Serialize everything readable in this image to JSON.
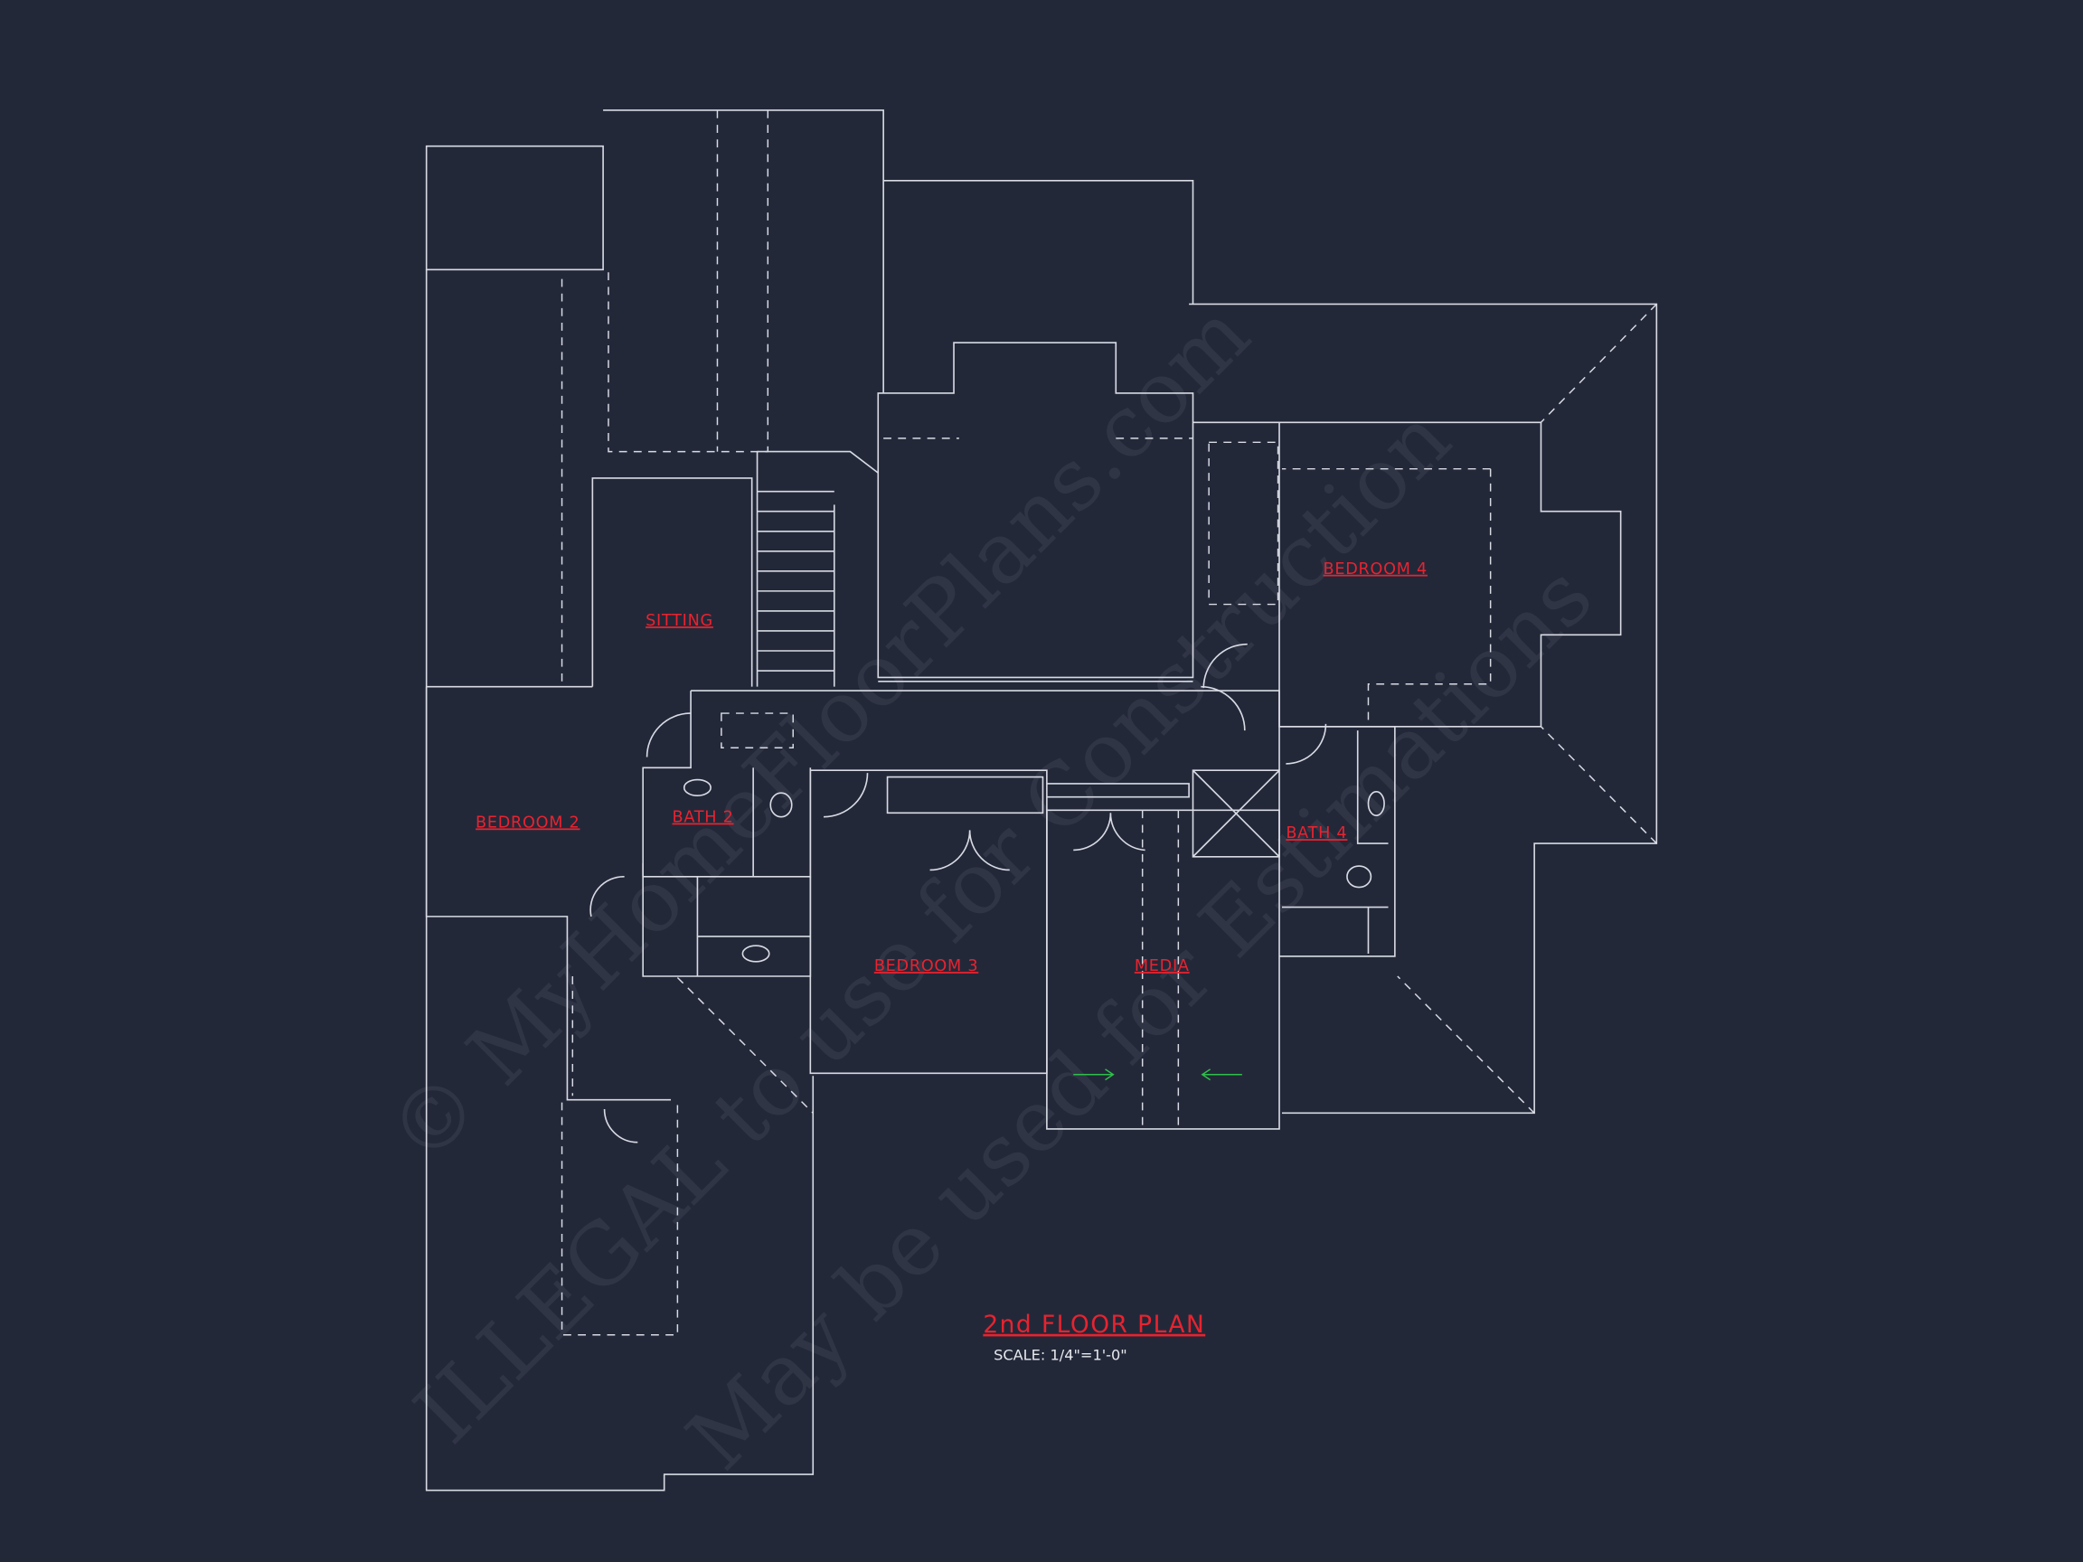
{
  "plan": {
    "title": "2nd FLOOR PLAN",
    "scale": "SCALE: 1/4\"=1'-0\"",
    "rooms": {
      "sitting": "SITTING",
      "bedroom2": "BEDROOM 2",
      "bath2": "BATH 2",
      "bedroom3": "BEDROOM 3",
      "media": "MEDIA",
      "bedroom4": "BEDROOM 4",
      "bath4": "BATH 4"
    }
  },
  "watermark": {
    "line1": "© MyHomeFloorPlans.com",
    "line2": "ILLEGAL to use for Construction",
    "line3": "May be used for Estimations"
  },
  "colors": {
    "background": "#232839",
    "lines": "#d8dbe4",
    "labels": "#e8232f",
    "arrows": "#2fbf4a"
  }
}
